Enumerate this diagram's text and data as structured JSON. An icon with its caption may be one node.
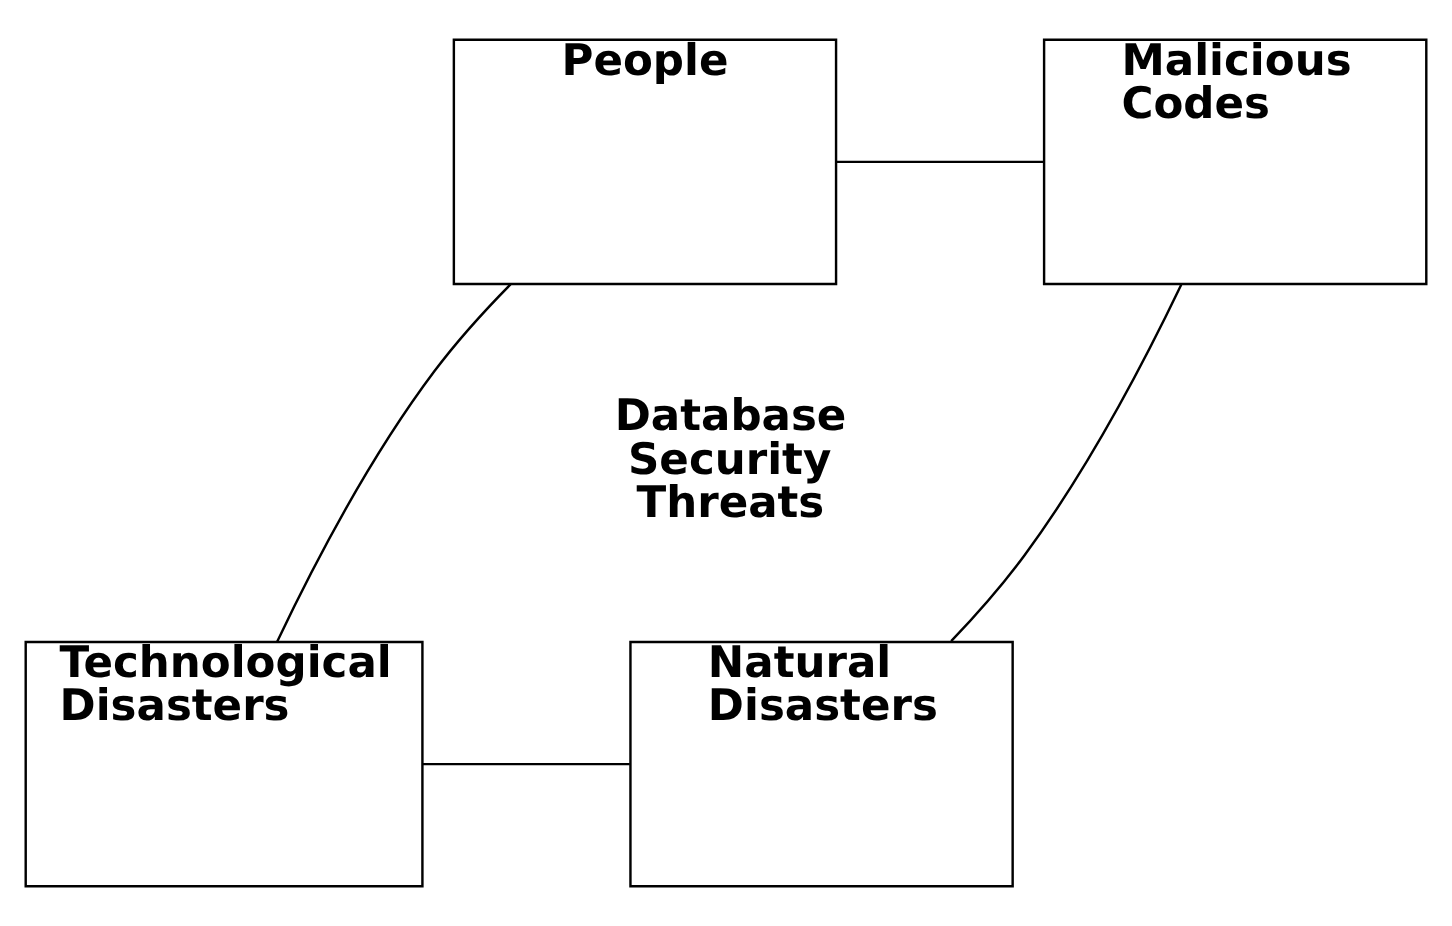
{
  "diagram": {
    "nodes": [
      {
        "text": [
          "People"
        ]
      },
      {
        "text": [
          "Malicious Codes"
        ]
      },
      {
        "text": [
          "Technological Disasters"
        ]
      },
      {
        "text": [
          "Natural Disasters"
        ]
      }
    ],
    "edges": [
      {
        "from": 0,
        "to": 1,
        "arrow": "none"
      },
      {
        "from": 0,
        "to": 2,
        "arrow": "none"
      },
      {
        "from": 1,
        "to": 3,
        "arrow": "none"
      },
      {
        "from": 2,
        "to": 3,
        "arrow": "none"
      }
    ],
    "labels": [
      "Database Security Threats"
    ]
  }
}
